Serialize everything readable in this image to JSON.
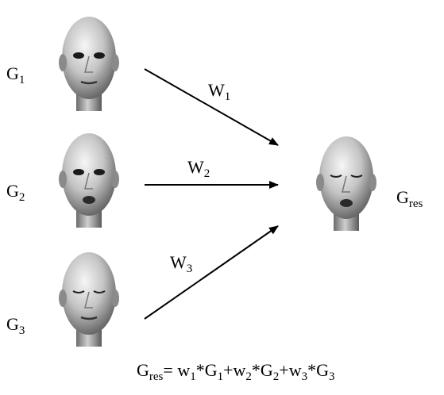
{
  "heads": [
    {
      "id": "g1",
      "label_base": "G",
      "label_sub": "1",
      "eyes": "open",
      "mouth": "closed"
    },
    {
      "id": "g2",
      "label_base": "G",
      "label_sub": "2",
      "eyes": "open",
      "mouth": "open"
    },
    {
      "id": "g3",
      "label_base": "G",
      "label_sub": "3",
      "eyes": "closed",
      "mouth": "closed"
    },
    {
      "id": "gres",
      "label_base": "G",
      "label_sub": "res",
      "eyes": "closed",
      "mouth": "open"
    }
  ],
  "weights": [
    {
      "base": "W",
      "sub": "1"
    },
    {
      "base": "W",
      "sub": "2"
    },
    {
      "base": "W",
      "sub": "3"
    }
  ],
  "formula": {
    "lhs_base": "G",
    "lhs_sub": "res",
    "eq": "= ",
    "t1_w": "w",
    "t1_wsub": "1",
    "t1_g": "*G",
    "t1_gsub": "1",
    "plus1": "+",
    "t2_w": "w",
    "t2_wsub": "2",
    "t2_g": "*G",
    "t2_gsub": "2",
    "plus2": "+",
    "t3_w": "w",
    "t3_wsub": "3",
    "t3_g": "*G",
    "t3_gsub": "3"
  },
  "colors": {
    "head_light": "#f4f4f4",
    "head_mid": "#b8b8b8",
    "head_dark": "#555555",
    "feature": "#222222",
    "arrow": "#000000"
  }
}
